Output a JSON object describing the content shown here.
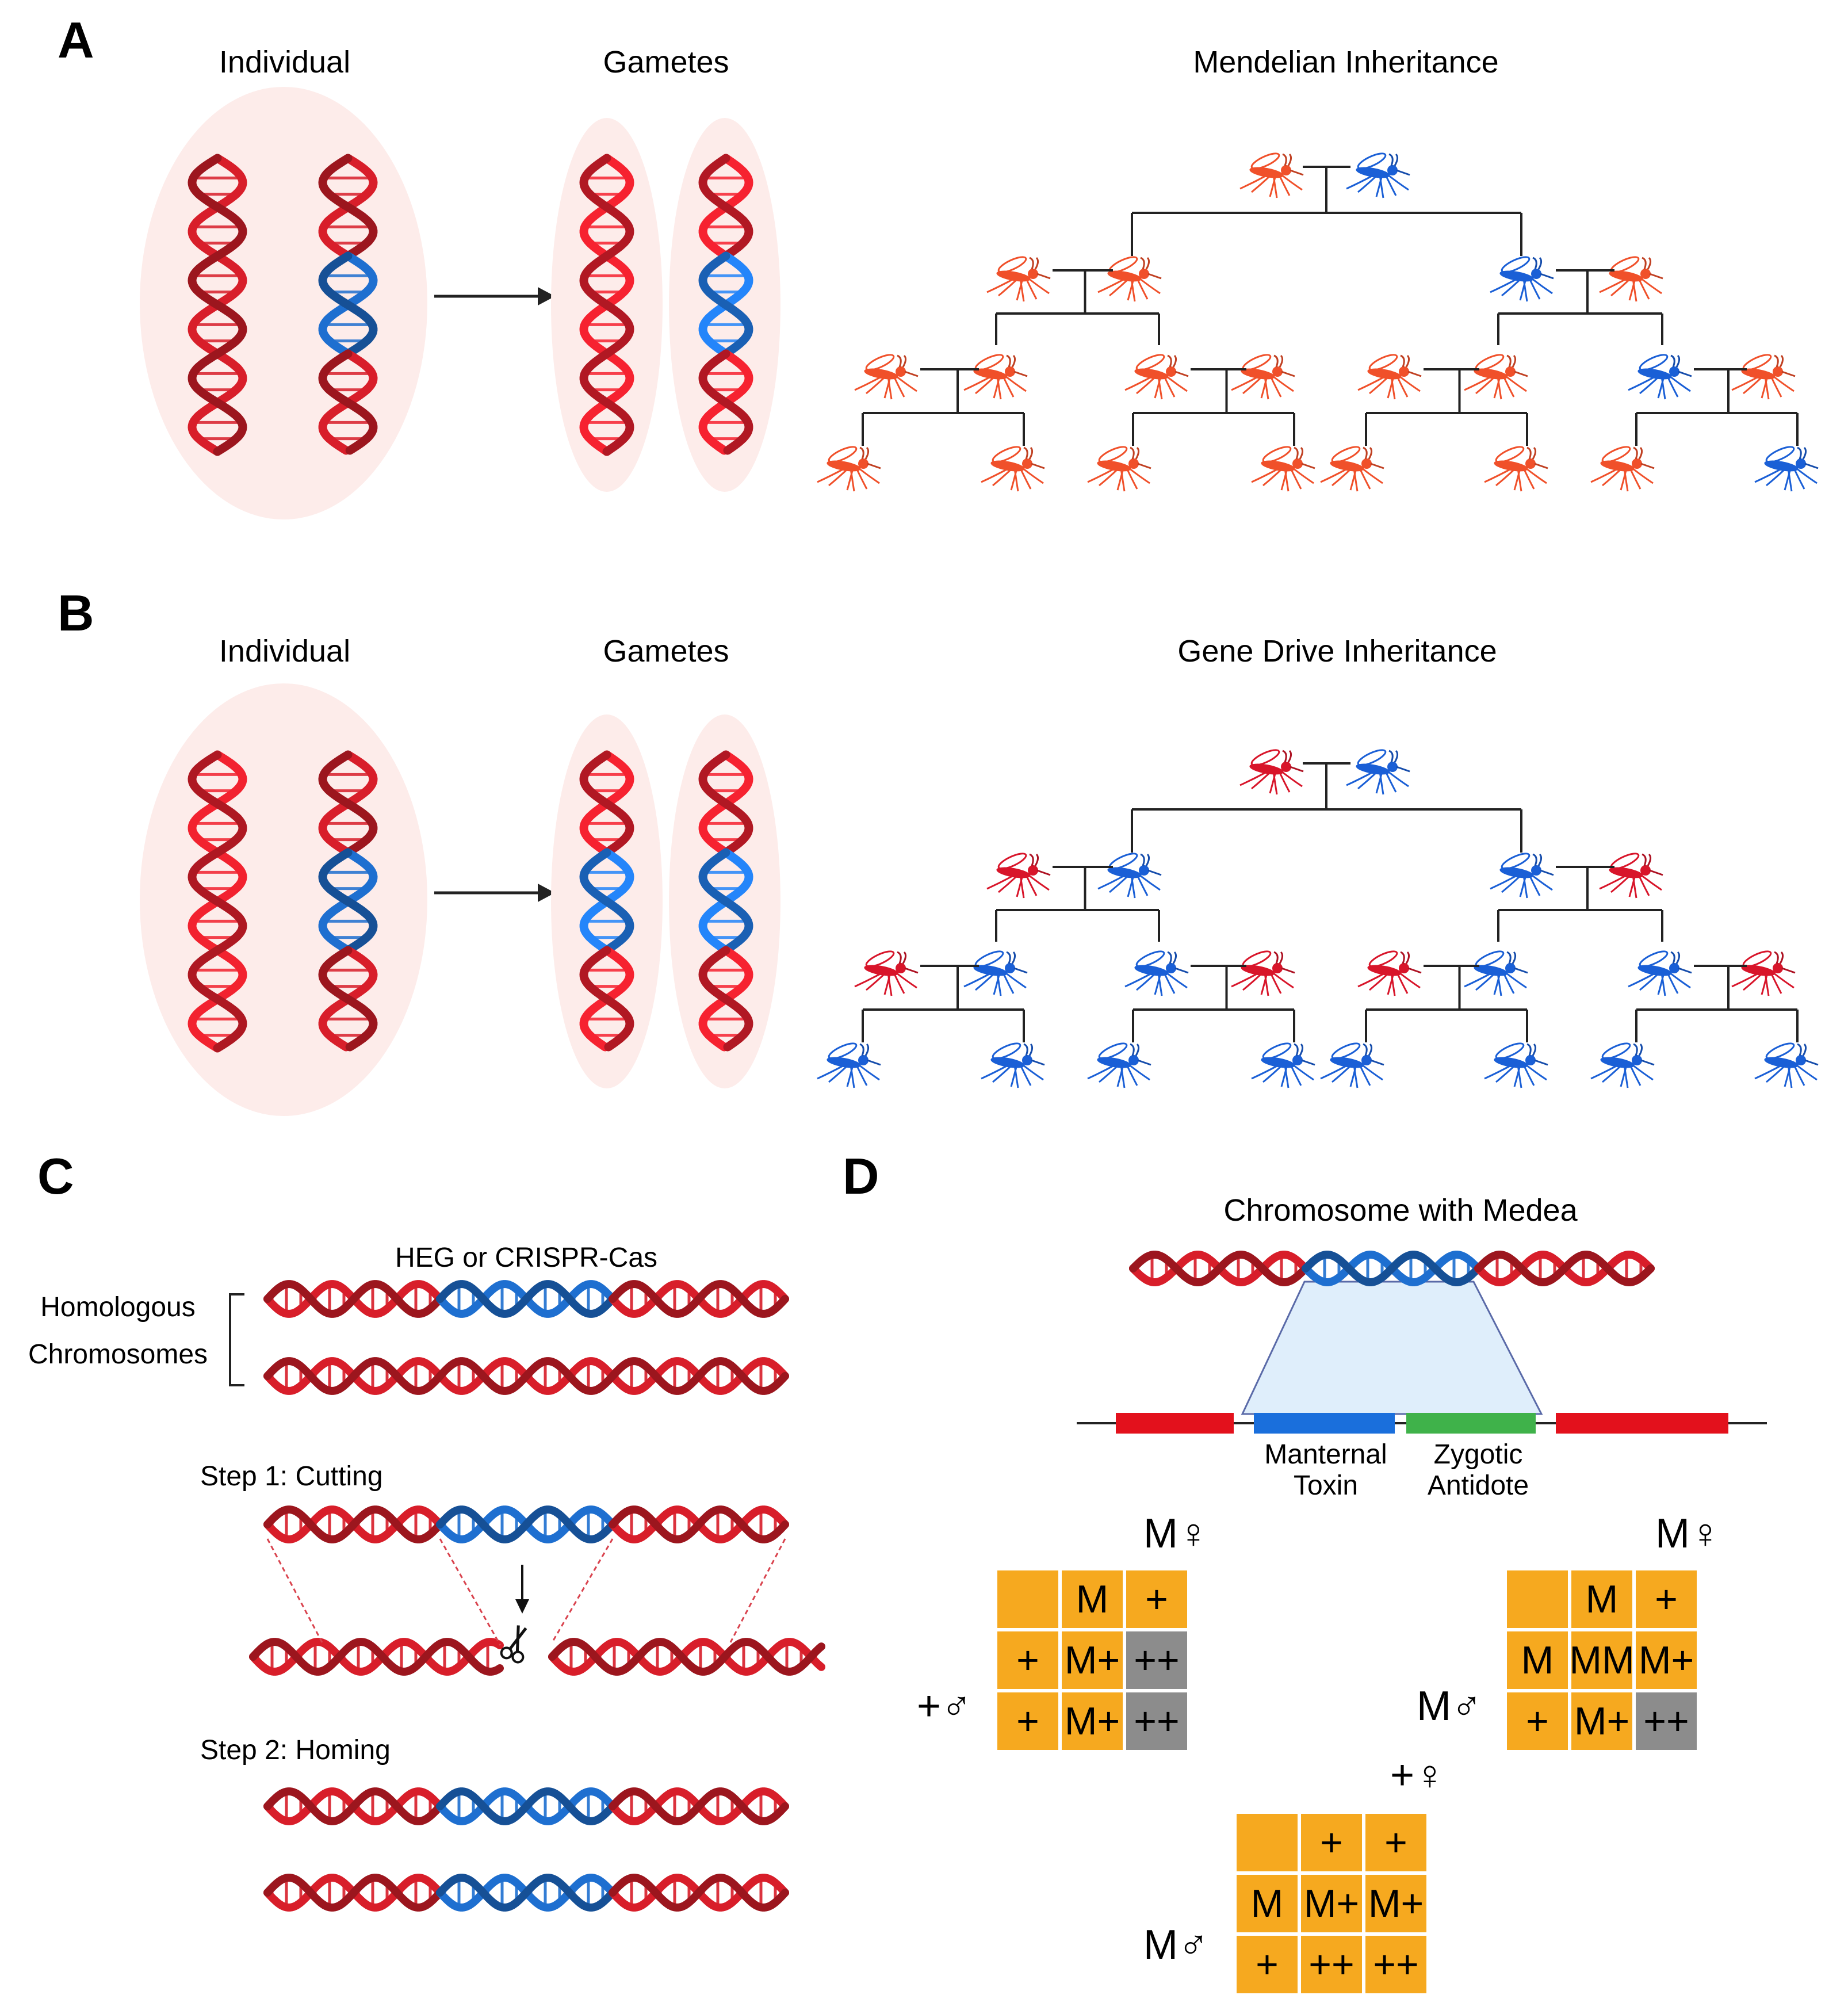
{
  "panels": {
    "A": {
      "letter": "A",
      "individual_label": "Individual",
      "gametes_label": "Gametes",
      "pedigree_title": "Mendelian Inheritance",
      "gen0": [
        "orange",
        "blue"
      ],
      "gen1": [
        "orange",
        "orange",
        "blue",
        "orange"
      ],
      "gen2": [
        "orange",
        "orange",
        "orange",
        "orange",
        "orange",
        "orange",
        "blue",
        "orange"
      ],
      "gen3": [
        "orange",
        "orange",
        "orange",
        "orange",
        "orange",
        "orange",
        "orange",
        "blue"
      ]
    },
    "B": {
      "letter": "B",
      "individual_label": "Individual",
      "gametes_label": "Gametes",
      "pedigree_title": "Gene Drive Inheritance",
      "gen0": [
        "red",
        "blue"
      ],
      "gen1": [
        "red",
        "blue",
        "blue",
        "red"
      ],
      "gen2": [
        "red",
        "blue",
        "blue",
        "red",
        "red",
        "blue",
        "blue",
        "red"
      ],
      "gen3": [
        "blue",
        "blue",
        "blue",
        "blue",
        "blue",
        "blue",
        "blue",
        "blue"
      ]
    },
    "C": {
      "letter": "C",
      "heg_label": "HEG or CRISPR-Cas",
      "homologous_line1": "Homologous",
      "homologous_line2": "Chromosomes",
      "step1": "Step 1: Cutting",
      "step2": "Step 2: Homing"
    },
    "D": {
      "letter": "D",
      "title": "Chromosome with Medea",
      "toxin_line1": "Manternal",
      "toxin_line2": "Toxin",
      "antidote_line1": "Zygotic",
      "antidote_line2": "Antidote",
      "female_M": "M♀",
      "female_plus": "+♀",
      "male_M": "M♂",
      "male_plus": "+♂",
      "grid1": {
        "cols": [
          "M",
          "+"
        ],
        "rows": [
          [
            "+",
            "M+",
            "++"
          ],
          [
            "+",
            "M+",
            "++"
          ]
        ],
        "grey": [
          [
            0,
            1
          ],
          [
            1,
            1
          ]
        ]
      },
      "grid2": {
        "cols": [
          "M",
          "+"
        ],
        "rows": [
          [
            "M",
            "MM",
            "M+"
          ],
          [
            "+",
            "M+",
            "++"
          ]
        ],
        "grey": [
          [
            1,
            1
          ]
        ]
      },
      "grid3": {
        "cols": [
          "+",
          "+"
        ],
        "rows": [
          [
            "M",
            "M+",
            "M+"
          ],
          [
            "+",
            "++",
            "++"
          ]
        ],
        "grey": []
      }
    }
  },
  "colors": {
    "orange": "#f0502a",
    "red": "#d8152a",
    "blue": "#1a5fd6",
    "dna_red": "#d81e2a",
    "dna_blue": "#1e6fd0",
    "ellipse": "#fdecea",
    "grid_orange": "#f6a91f",
    "grid_grey": "#8c8c8c",
    "toxin": "#1a6fdc",
    "antidote": "#3fb24a",
    "gene_red": "#e3111c"
  }
}
